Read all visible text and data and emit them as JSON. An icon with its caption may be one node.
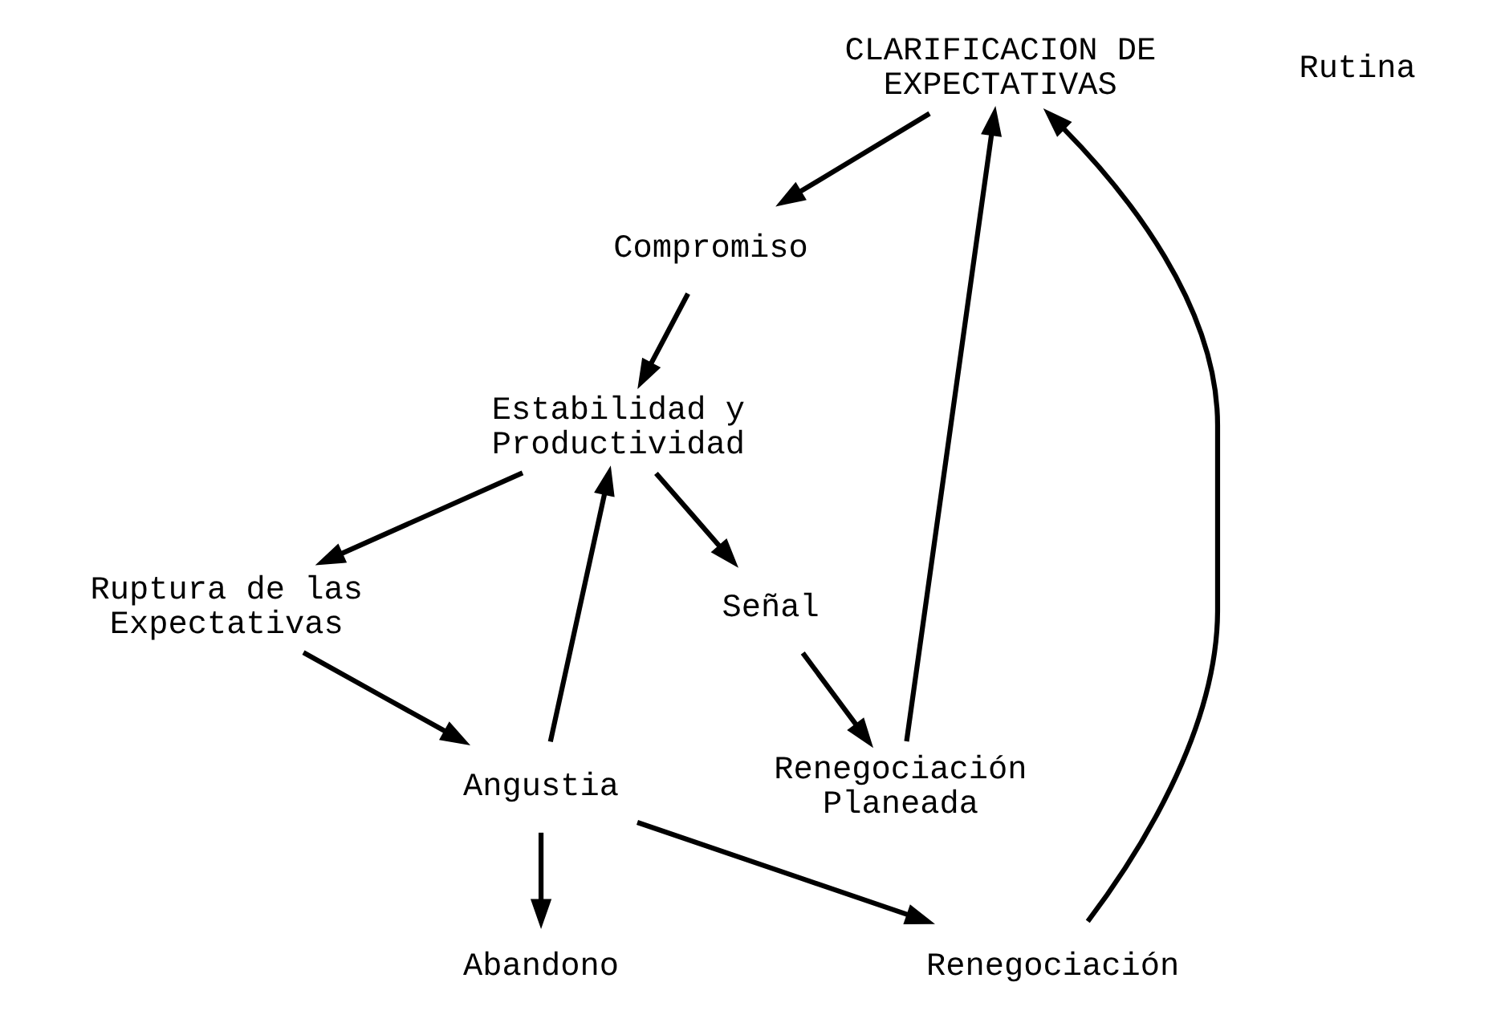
{
  "diagram": {
    "nodes": [
      {
        "text": [
          "CLARIFICACION DE EXPECTATIVAS"
        ]
      },
      {
        "text": [
          "Renegociación"
        ]
      },
      {
        "text": [
          "Renegociación Planeada"
        ]
      },
      {
        "text": [
          "Compromiso"
        ]
      },
      {
        "text": [
          "Señal"
        ]
      },
      {
        "text": [
          "Estabilidad y Productividad"
        ]
      },
      {
        "text": [
          "Abandono"
        ]
      },
      {
        "text": [
          "Angustia"
        ]
      },
      {
        "text": [
          "Ruptura de las Expectativas"
        ]
      }
    ],
    "edges": [
      {
        "from": 1,
        "to": 0,
        "arrow": "to"
      },
      {
        "from": 2,
        "to": 0,
        "arrow": "to"
      },
      {
        "from": 0,
        "to": 3,
        "arrow": "to"
      },
      {
        "from": 3,
        "to": 5,
        "arrow": "to"
      },
      {
        "from": 5,
        "to": 4,
        "arrow": "to"
      },
      {
        "from": 4,
        "to": 2,
        "arrow": "to"
      },
      {
        "from": 5,
        "to": 8,
        "arrow": "to"
      },
      {
        "from": 8,
        "to": 7,
        "arrow": "to"
      },
      {
        "from": 7,
        "to": 6,
        "arrow": "to"
      },
      {
        "from": 7,
        "to": 5,
        "arrow": "to"
      },
      {
        "from": 7,
        "to": 1,
        "arrow": "to"
      }
    ],
    "labels": [
      "Rutina"
    ]
  }
}
